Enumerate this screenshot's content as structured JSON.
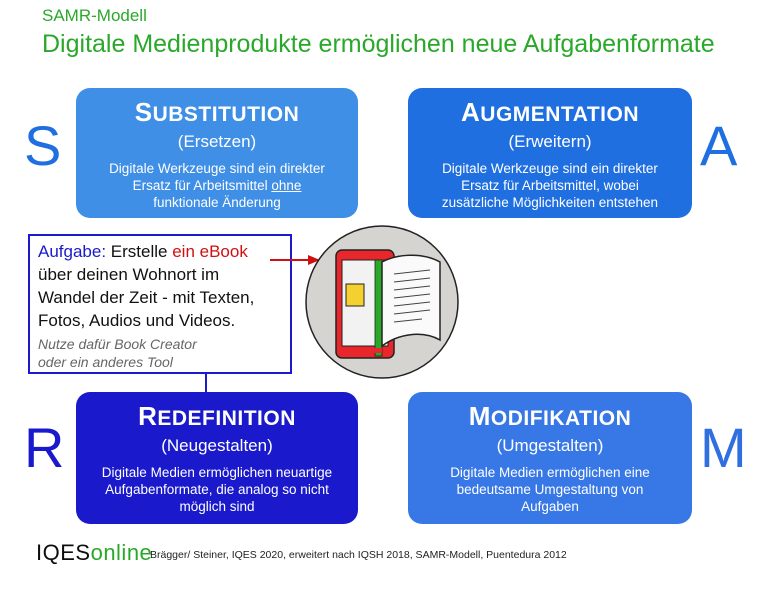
{
  "header": {
    "subtitle": "SAMR-Modell",
    "title": "Digitale Medienprodukte ermöglichen neue Aufgabenformate"
  },
  "letters": {
    "s": "S",
    "a": "A",
    "r": "R",
    "m": "M"
  },
  "cards": {
    "substitution": {
      "initial": "S",
      "rest": "UBSTITUTION",
      "sub": "(Ersetzen)",
      "desc_line1": "Digitale Werkzeuge sind ein direkter",
      "desc_line2": "Ersatz für Arbeitsmittel",
      "desc_underlined": "ohne",
      "desc_line3": "funktionale Änderung"
    },
    "augmentation": {
      "initial": "A",
      "rest": "UGMENTATION",
      "sub": "(Erweitern)",
      "desc_line1": "Digitale Werkzeuge sind ein direkter",
      "desc_line2": "Ersatz für Arbeitsmittel, wobei",
      "desc_line3": "zusätzliche Möglichkeiten entstehen"
    },
    "redefinition": {
      "initial": "R",
      "rest": "EDEFINITION",
      "sub": "(Neugestalten)",
      "desc_line1": "Digitale Medien ermöglichen neuartige",
      "desc_line2": "Aufgabenformate, die analog so nicht",
      "desc_line3": "möglich sind"
    },
    "modifikation": {
      "initial": "M",
      "rest": "ODIFIKATION",
      "sub": "(Umgestalten)",
      "desc_line1": "Digitale Medien ermöglichen eine",
      "desc_line2": "bedeutsame Umgestaltung von",
      "desc_line3": "Aufgaben"
    }
  },
  "task": {
    "label": "Aufgabe:",
    "text1": "Erstelle",
    "highlight": "ein eBook",
    "line2": "über deinen Wohnort im",
    "line3": "Wandel der Zeit - mit Texten,",
    "line4": "Fotos, Audios und Videos.",
    "hint1": "Nutze dafür Book Creator",
    "hint2": "oder ein anderes Tool"
  },
  "footer": {
    "logo_main": "IQES",
    "logo_sub": "online",
    "credit": "Brägger/ Steiner, IQES 2020, erweitert nach IQSH 2018, SAMR-Modell, Puentedura 2012"
  },
  "colors": {
    "green": "#2aa82a",
    "dark_blue": "#1a1acc",
    "mid_blue": "#1f6fe0",
    "light_blue": "#3f8fe6",
    "red": "#d01010"
  },
  "icons": [
    "arrow-right-icon",
    "ebook-tablet-icon"
  ]
}
